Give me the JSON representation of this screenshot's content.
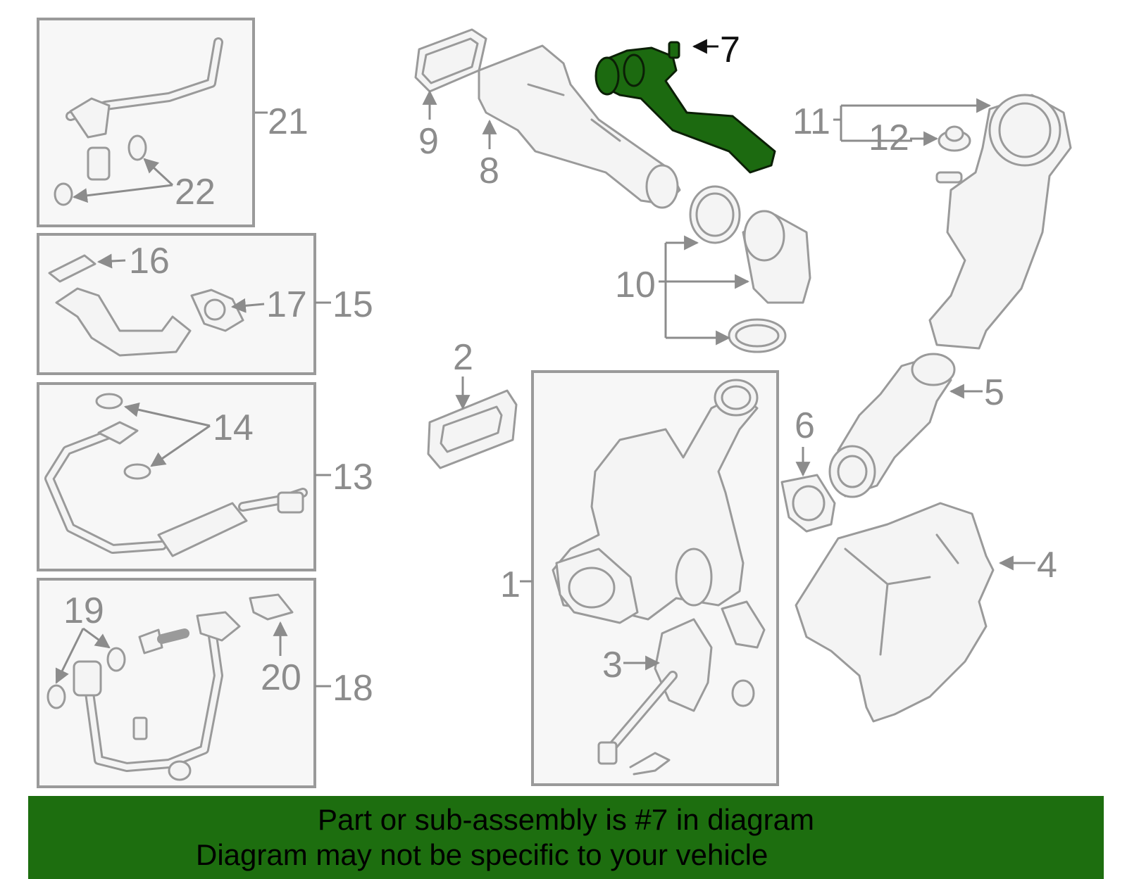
{
  "highlight_color": "#1d6e0f",
  "labels": {
    "l1": "1",
    "l2": "2",
    "l3": "3",
    "l4": "4",
    "l5": "5",
    "l6": "6",
    "l7": "7",
    "l8": "8",
    "l9": "9",
    "l10": "10",
    "l11": "11",
    "l12": "12",
    "l13": "13",
    "l14": "14",
    "l15": "15",
    "l16": "16",
    "l17": "17",
    "l18": "18",
    "l19": "19",
    "l20": "20",
    "l21": "21",
    "l22": "22"
  },
  "banner": {
    "line1": "Part or sub-assembly is #7 in diagram",
    "line2": "Diagram may not be specific to your vehicle"
  }
}
